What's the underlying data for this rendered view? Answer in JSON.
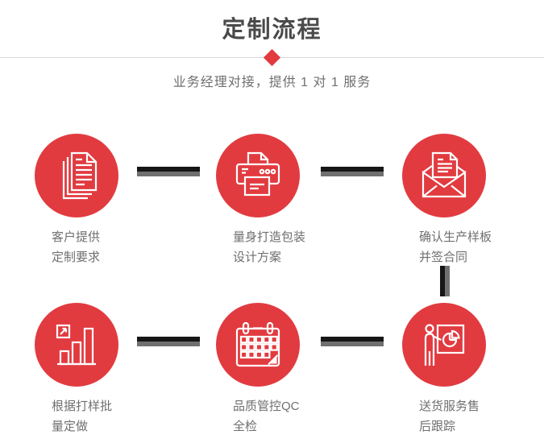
{
  "header": {
    "title": "定制流程",
    "subtitle": "业务经理对接，提供 1 对 1 服务"
  },
  "steps": [
    {
      "icon": "documents-icon",
      "line1": "客户提供",
      "line2": "定制要求"
    },
    {
      "icon": "printer-icon",
      "line1": "量身打造包装",
      "line2": "设计方案"
    },
    {
      "icon": "envelope-icon",
      "line1": "确认生产样板",
      "line2": "并签合同"
    },
    {
      "icon": "bar-chart-icon",
      "line1": "根据打样批",
      "line2": "量定做"
    },
    {
      "icon": "calendar-icon",
      "line1": "品质管控QC",
      "line2": "全检"
    },
    {
      "icon": "presentation-icon",
      "line1": "送货服务售",
      "line2": "后跟踪"
    }
  ],
  "colors": {
    "accent_red": "#e13b40",
    "title_gray": "#4a4a4a",
    "text_gray": "#6f6f6f",
    "connector_dark": "#161616",
    "connector_gray": "#707070",
    "divider_gray": "#d9d9d9"
  }
}
